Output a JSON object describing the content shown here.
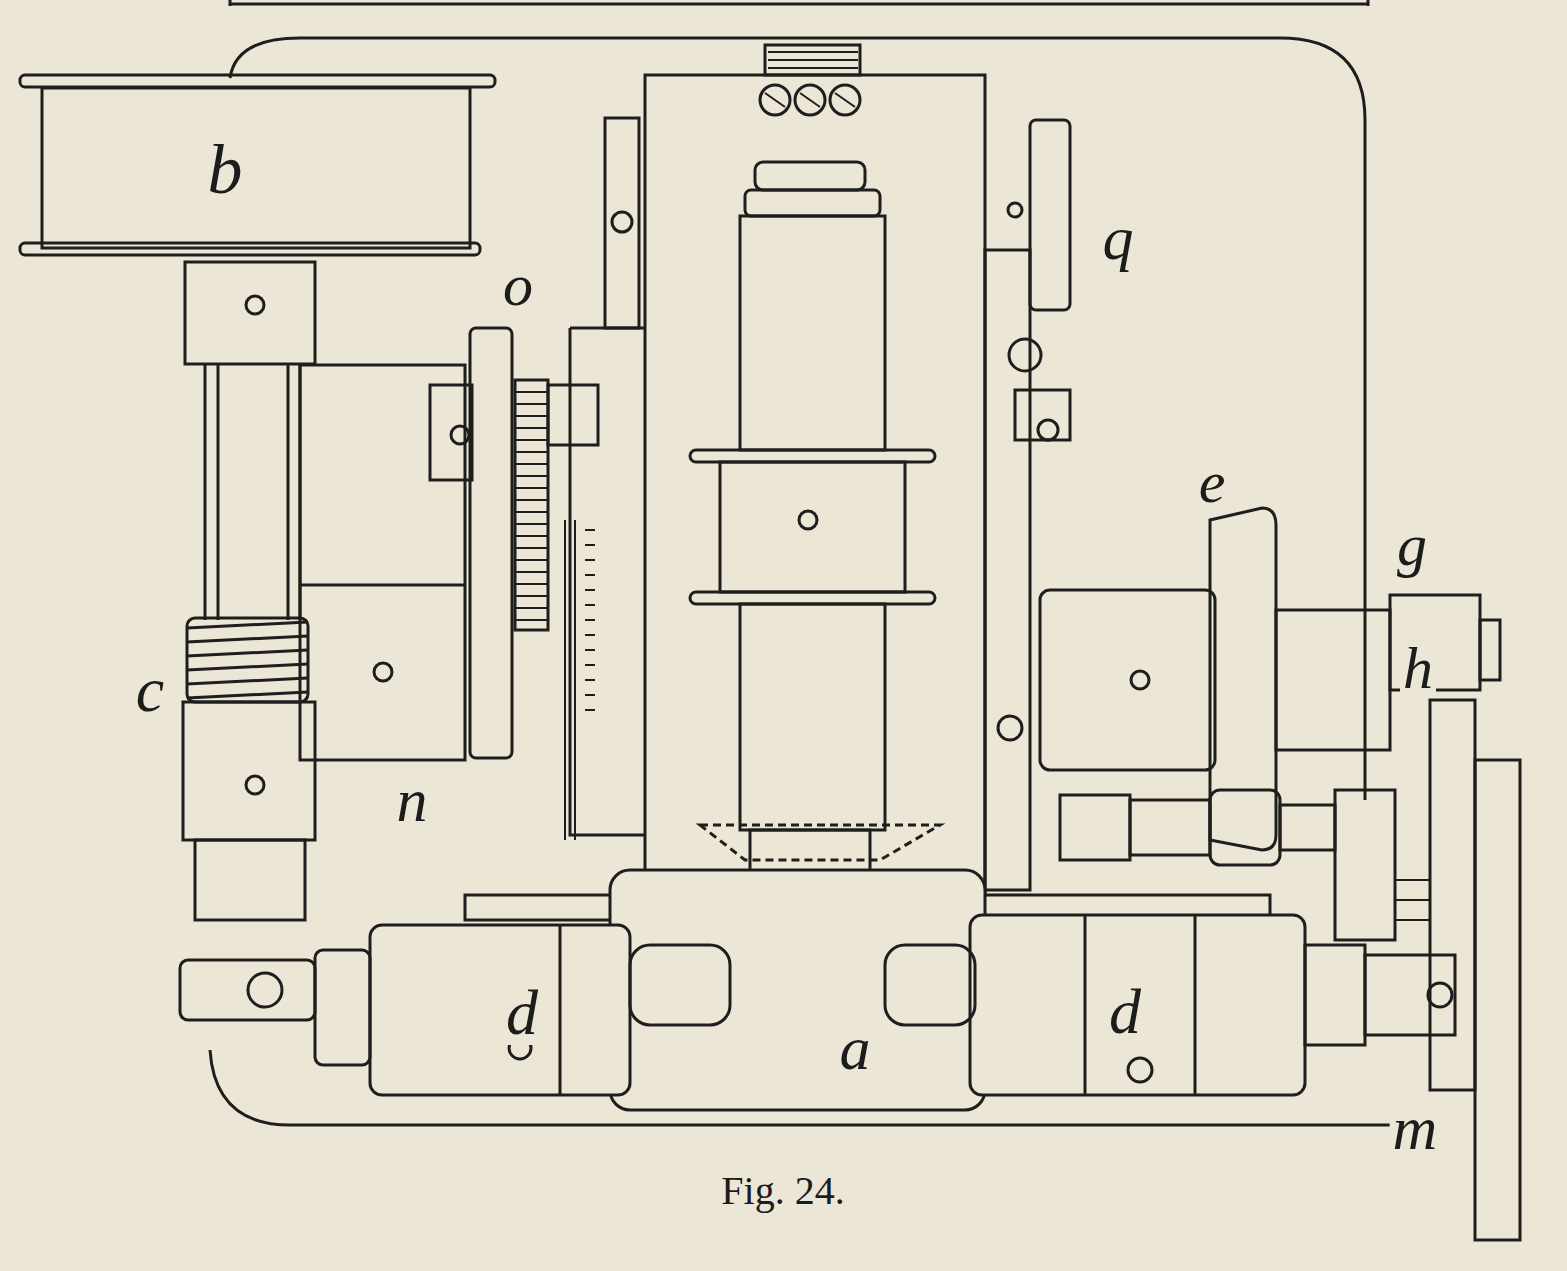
{
  "diagram": {
    "caption": "Fig. 24.",
    "labels": [
      "b",
      "o",
      "q",
      "e",
      "g",
      "h",
      "c",
      "n",
      "d",
      "a",
      "d",
      "m"
    ]
  }
}
